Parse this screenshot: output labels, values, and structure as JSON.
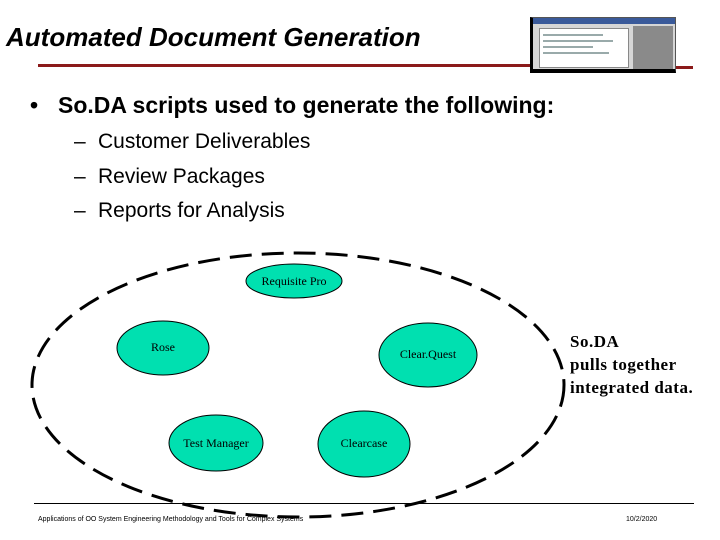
{
  "slide": {
    "title": "Automated Document Generation",
    "bullet": "So.DA scripts used to generate the following:",
    "bullet_marker": "•",
    "sub_marker": "–",
    "sub_items": [
      "Customer Deliverables",
      "Review Packages",
      "Reports for Analysis"
    ]
  },
  "diagram": {
    "nodes": {
      "requisite": "Requisite Pro",
      "rose": "Rose",
      "clearquest": "Clear.Quest",
      "testmanager": "Test Manager",
      "clearcase": "Clearcase"
    },
    "fill_color": "#00e0b0",
    "note_lines": [
      "So.DA",
      "pulls together",
      "integrated data."
    ]
  },
  "footer": {
    "left": "Applications of OO System Engineering Methodology and Tools for Complex Systems",
    "right": "10/2/2020"
  },
  "colors": {
    "title_rule": "#8b1a1a"
  }
}
